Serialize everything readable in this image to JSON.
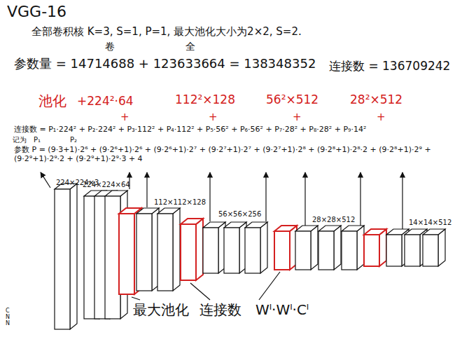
{
  "diagram": {
    "title": "VGG-16",
    "labels": [
      "全部卷积核 K=3, S=1, P=1, 最大池化大小为2×2, S=2.",
      "卷",
      "全",
      "参数量 = 14714688 + 123633664 = 138348352",
      "连接数 = 136709242",
      "池化",
      "+224²·64",
      "112²×128",
      "56²×512",
      "28²×512",
      "连接数 = P₁·224² + P₂·224² + P₃·112² + P₄·112² + P₅·56² + P₆·56² + P₇·28² + P₈·28² + P₉·14²",
      "记为",
      "P₁",
      "P₂",
      "参数 P = (9·3+1)·2⁶ + (9·2⁶+1)·2⁶ + (9·2⁶+1)·2⁷ + (9·2⁷+1)·2⁷ + (9·2⁷+1)·2⁸ + (9·2⁸+1)·2⁸·2 + (9·2⁸+1)·2⁹ + (9·2⁹+1)·2⁹·2 + (9·2⁹+1)·2⁹·3 + 4",
      "224×224×3",
      "224×224×64",
      "112×112×128",
      "56×56×256",
      "28×28×512",
      "14×14×512",
      "最大池化",
      "连接数",
      "Wˡ·Wˡ·Cˡ",
      "CNN",
      "+",
      "+",
      "+",
      "+"
    ]
  }
}
